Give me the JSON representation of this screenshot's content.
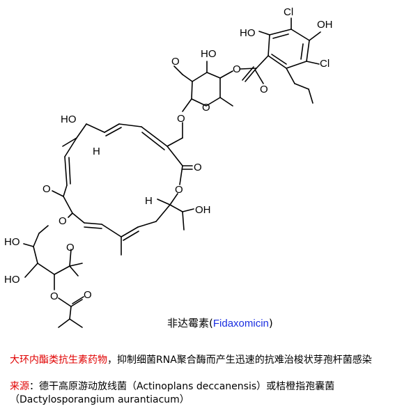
{
  "structure": {
    "labels": {
      "cl_top": "Cl",
      "ho_aryl": "HO",
      "oh_aryl": "OH",
      "cl_right": "Cl",
      "oh_sugar": "HO",
      "ome_sugar": "O",
      "o_ester": "O",
      "o_carbonyl": "O",
      "o_ring": "O",
      "o_glyc": "O",
      "ho_macro": "HO",
      "h_macro": "H",
      "o_lactone_c": "O",
      "o_lactone": "O",
      "ome_macro": "O",
      "h_lower": "H",
      "oh_side": "OH",
      "o_rham_ring": "O",
      "o_rham_link": "O",
      "ho_rham1": "HO",
      "ho_rham2": "HO",
      "o_ibu": "O",
      "o_ibu_c": "O"
    }
  },
  "caption": {
    "name_cn": "非达霉素",
    "paren_open": "(",
    "name_en": "Fidaxomicin",
    "paren_close": ")",
    "name_en_color": "#1a2ee0"
  },
  "description": {
    "class_label": "大环内酯类抗生素药物",
    "class_label_color": "#e00000",
    "class_text": "，抑制细菌RNA聚合酶而产生迅速的抗难治梭状芽孢杆菌感染",
    "source_label": "来源",
    "source_label_color": "#e00000",
    "source_text": "：德干高原游动放线菌（Actinoplans deccanensis）或桔橙指孢囊菌（Dactylosporangium aurantiacum）"
  }
}
